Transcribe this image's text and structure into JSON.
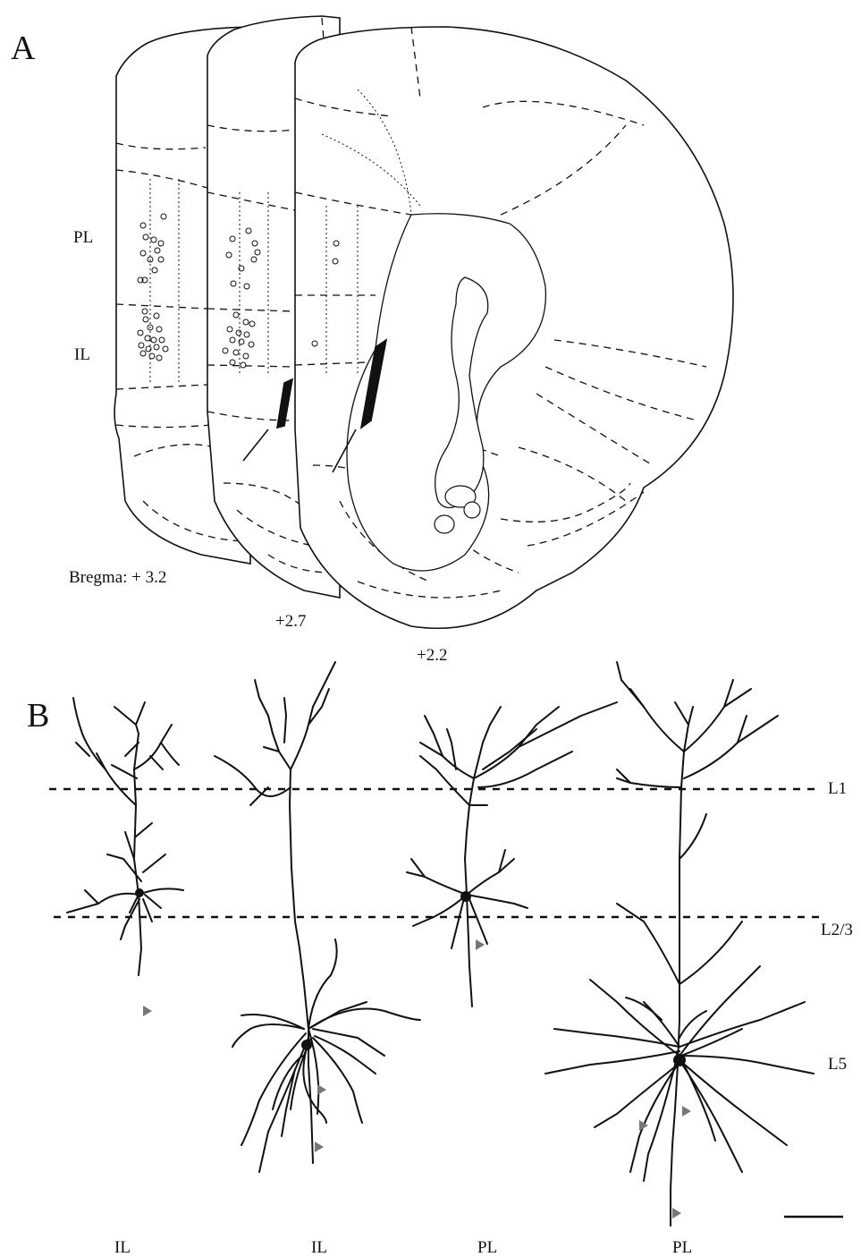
{
  "panel_a": {
    "letter": "A",
    "region_labels": [
      "PL",
      "IL"
    ],
    "section_labels": [
      "Bregma: + 3.2",
      "+2.7",
      "+2.2"
    ]
  },
  "panel_b": {
    "letter": "B",
    "layer_labels": [
      "L1",
      "L2/3",
      "L5"
    ],
    "neuron_labels": [
      "IL",
      "IL",
      "PL",
      "PL"
    ]
  },
  "colors": {
    "ink": "#111111",
    "arrowhead": "#777777"
  }
}
